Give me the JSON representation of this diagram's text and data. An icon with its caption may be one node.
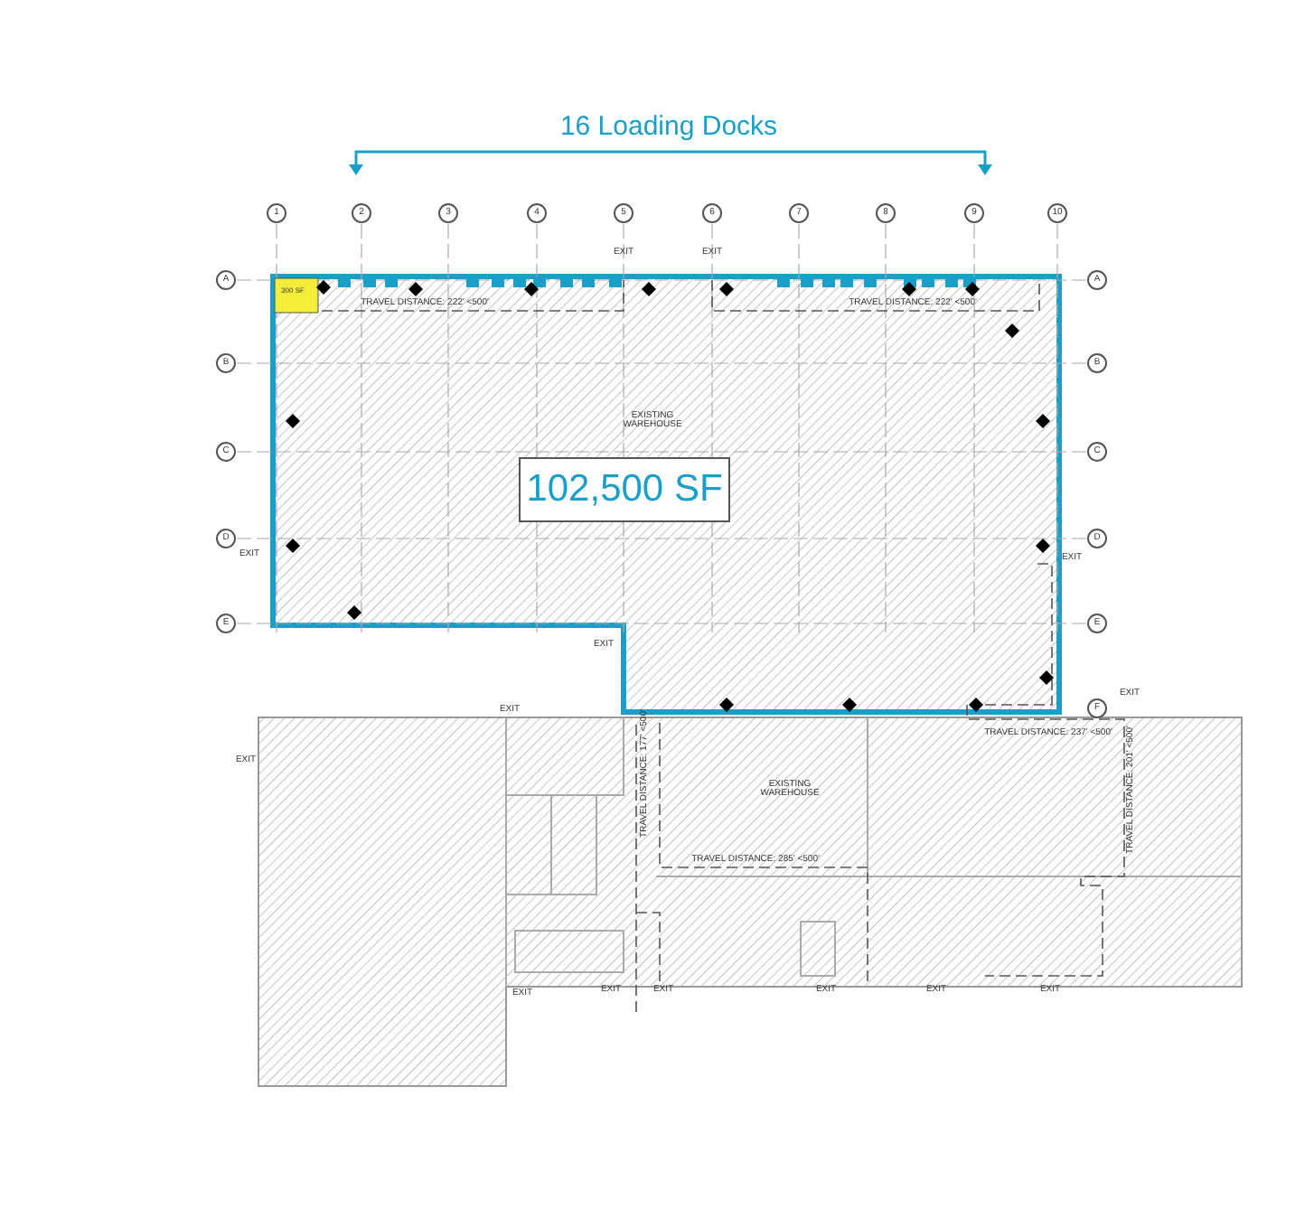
{
  "diagram": {
    "nodes": [
      {
        "text": [
          "102,500 SF"
        ]
      }
    ],
    "labels": [
      "16 Loading Docks",
      "1",
      "2",
      "3",
      "4",
      "5",
      "6",
      "7",
      "8",
      "9",
      "10",
      "A",
      "A",
      "300 SF",
      "EXIT",
      "EXIT",
      "TRAVEL DISTANCE: 222' <500'",
      "TRAVEL DISTANCE: 222' <500'",
      "B",
      "B",
      "EXISTING WAREHOUSE",
      "C",
      "C",
      "D",
      "D",
      "EXIT",
      "EXIT",
      "E",
      "E",
      "EXIT",
      "EXIT",
      "F",
      "EXIT",
      "TRAVEL DISTANCE: 237' <500'",
      "EXIT",
      "TRAVEL DISTANCE: 177' <500'",
      "TRAVEL DISTANCE: 201' <500'",
      "EXISTING WAREHOUSE",
      "TRAVEL DISTANCE: 285' <500'",
      "EXIT",
      "EXIT",
      "EXIT",
      "EXIT",
      "EXIT",
      "EXIT"
    ]
  }
}
